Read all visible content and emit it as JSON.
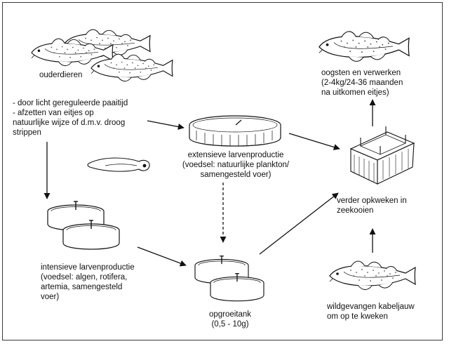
{
  "labels": {
    "broodstock": "ouderdieren",
    "spawning": [
      "- door licht gereguleerde paaitijd",
      "- afzetten van eitjes op",
      "natuurlijke wijze of d.m.v. droog",
      "strippen"
    ],
    "extensive": [
      "extensieve larvenproductie",
      "(voedsel: natuurlijke plankton/",
      "samengesteld voer)"
    ],
    "intensive": [
      "intensieve larvenproductie",
      "(voedsel: algen, rotifera,",
      "artemia, samengesteld",
      "voer)"
    ],
    "growtank": [
      "opgroeitank",
      "(0,5 - 10g)"
    ],
    "harvest": [
      "oogsten en verwerken",
      "(2-4kg/24-36 maanden",
      "na uitkomen eitjes)"
    ],
    "seacage": [
      "verder opkweken in",
      "zeekooien"
    ],
    "wildcaught": [
      "wildgevangen kabeljauw",
      "om op te kweken"
    ]
  },
  "icons": [
    "cod-fish-icon",
    "larva-icon",
    "round-tank-icon",
    "sea-cage-icon"
  ],
  "colors": {
    "ink": "#111111",
    "line": "#222222",
    "fill": "#ffffff"
  }
}
